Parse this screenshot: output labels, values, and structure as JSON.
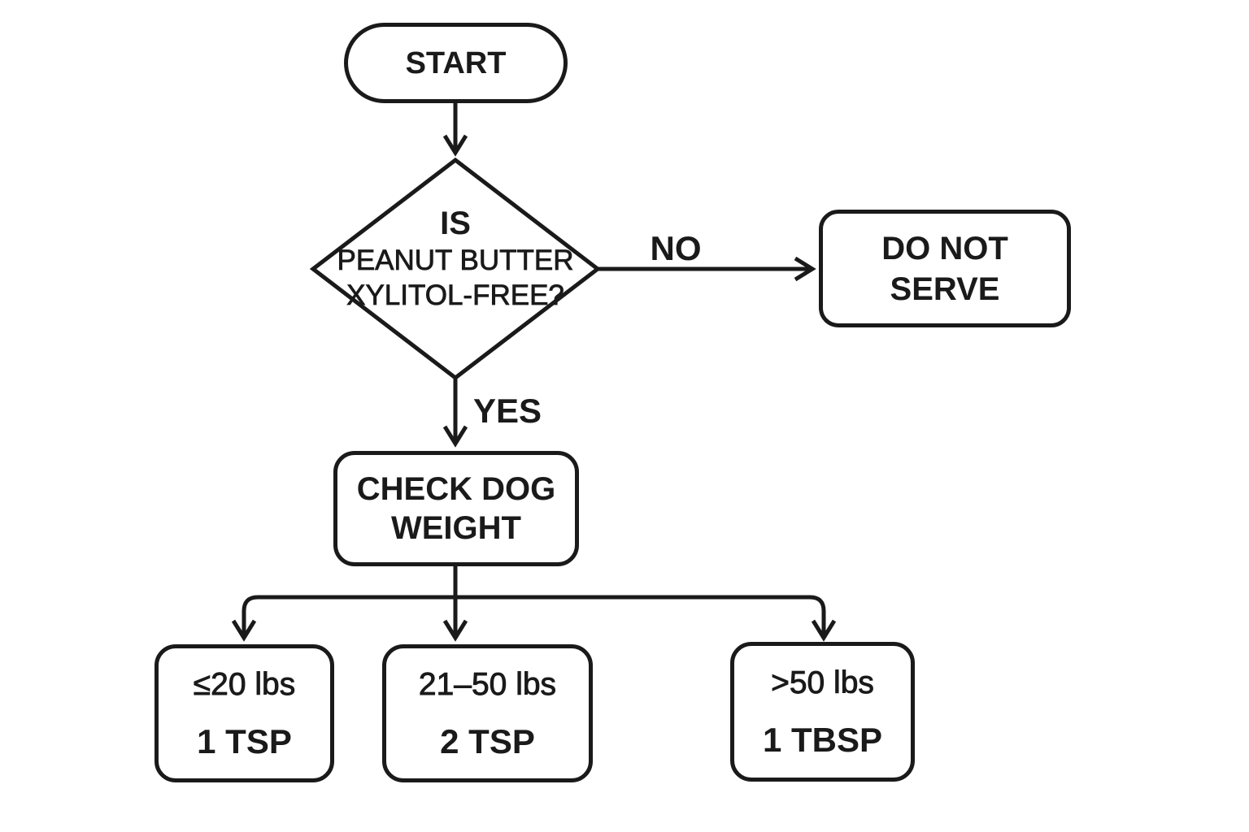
{
  "colors": {
    "background": "#ffffff",
    "line": "#1a1a1a",
    "text": "#1a1a1a",
    "node_fill": "#ffffff"
  },
  "flowchart": {
    "start": {
      "label": "START"
    },
    "decision": {
      "lines": [
        "IS",
        "PEANUT BUTTER",
        "XYLITOL-FREE?"
      ]
    },
    "branch_no": {
      "label": "NO"
    },
    "branch_yes": {
      "label": "YES"
    },
    "do_not_serve": {
      "lines": [
        "DO NOT",
        "SERVE"
      ]
    },
    "check_weight": {
      "lines": [
        "CHECK DOG",
        "WEIGHT"
      ]
    },
    "weight_small": {
      "range": "≤20 lbs",
      "dose": "1 TSP"
    },
    "weight_medium": {
      "range": "21–50 lbs",
      "dose": "2 TSP"
    },
    "weight_large": {
      ">comment": "",
      "range": ">50 lbs",
      "dose": "1 TBSP"
    }
  }
}
